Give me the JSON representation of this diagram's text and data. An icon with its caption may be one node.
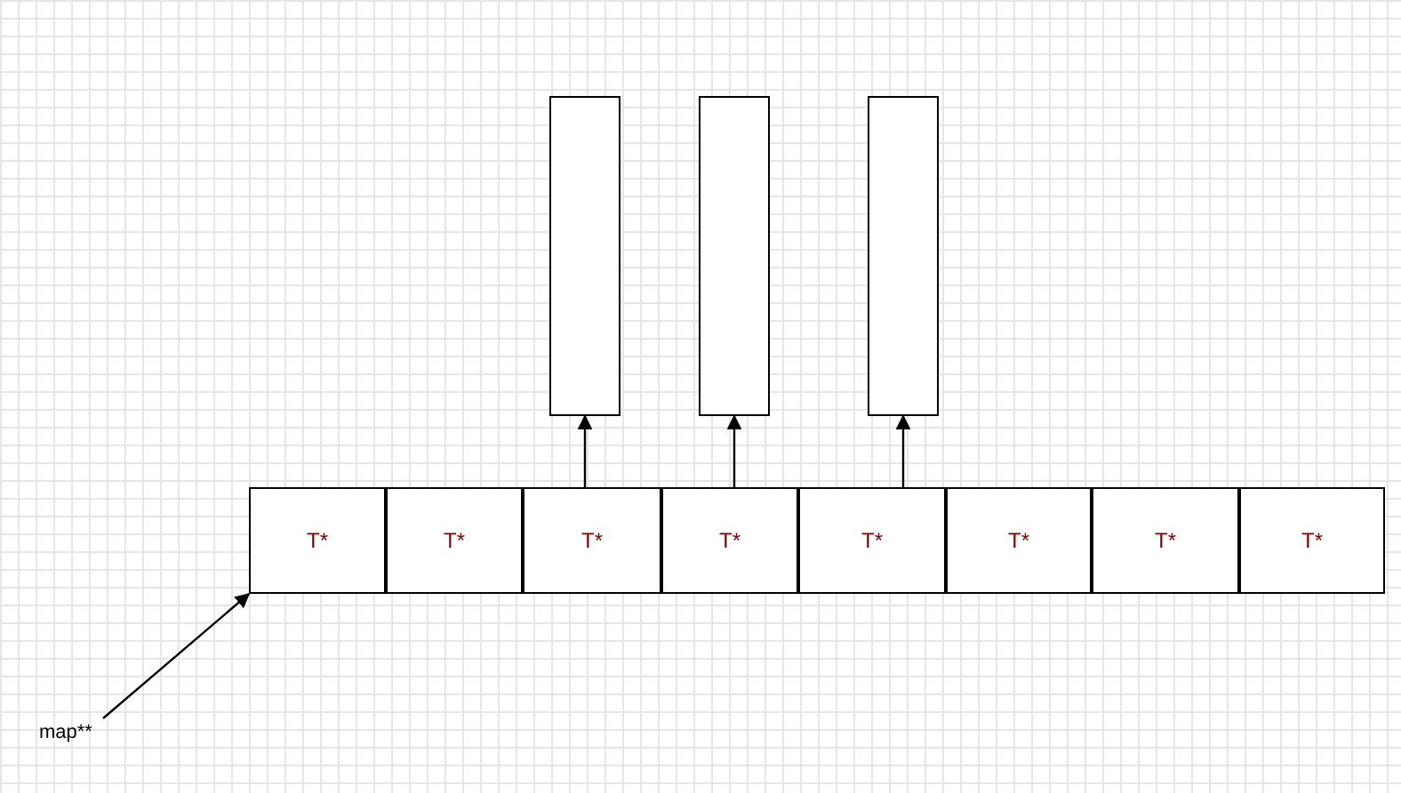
{
  "diagram": {
    "nodes": [
      {
        "text": [
          "map**"
        ]
      },
      {
        "text": [
          "T*"
        ]
      },
      {
        "text": [
          "T*"
        ]
      },
      {
        "text": [
          "T*"
        ]
      },
      {
        "text": [
          "T*"
        ]
      },
      {
        "text": [
          "T*"
        ]
      },
      {
        "text": [
          "T*"
        ]
      },
      {
        "text": [
          "T*"
        ]
      },
      {
        "text": [
          "T*"
        ]
      },
      {
        "text": [],
        "shape": "box"
      },
      {
        "text": [],
        "shape": "box"
      },
      {
        "text": [],
        "shape": "box"
      }
    ],
    "edges": [
      {
        "from": 0,
        "to": 1,
        "arrow": "to"
      },
      {
        "from": 3,
        "to": 9,
        "arrow": "to"
      },
      {
        "from": 4,
        "to": 10,
        "arrow": "to"
      },
      {
        "from": 5,
        "to": 11,
        "arrow": "to"
      }
    ]
  }
}
